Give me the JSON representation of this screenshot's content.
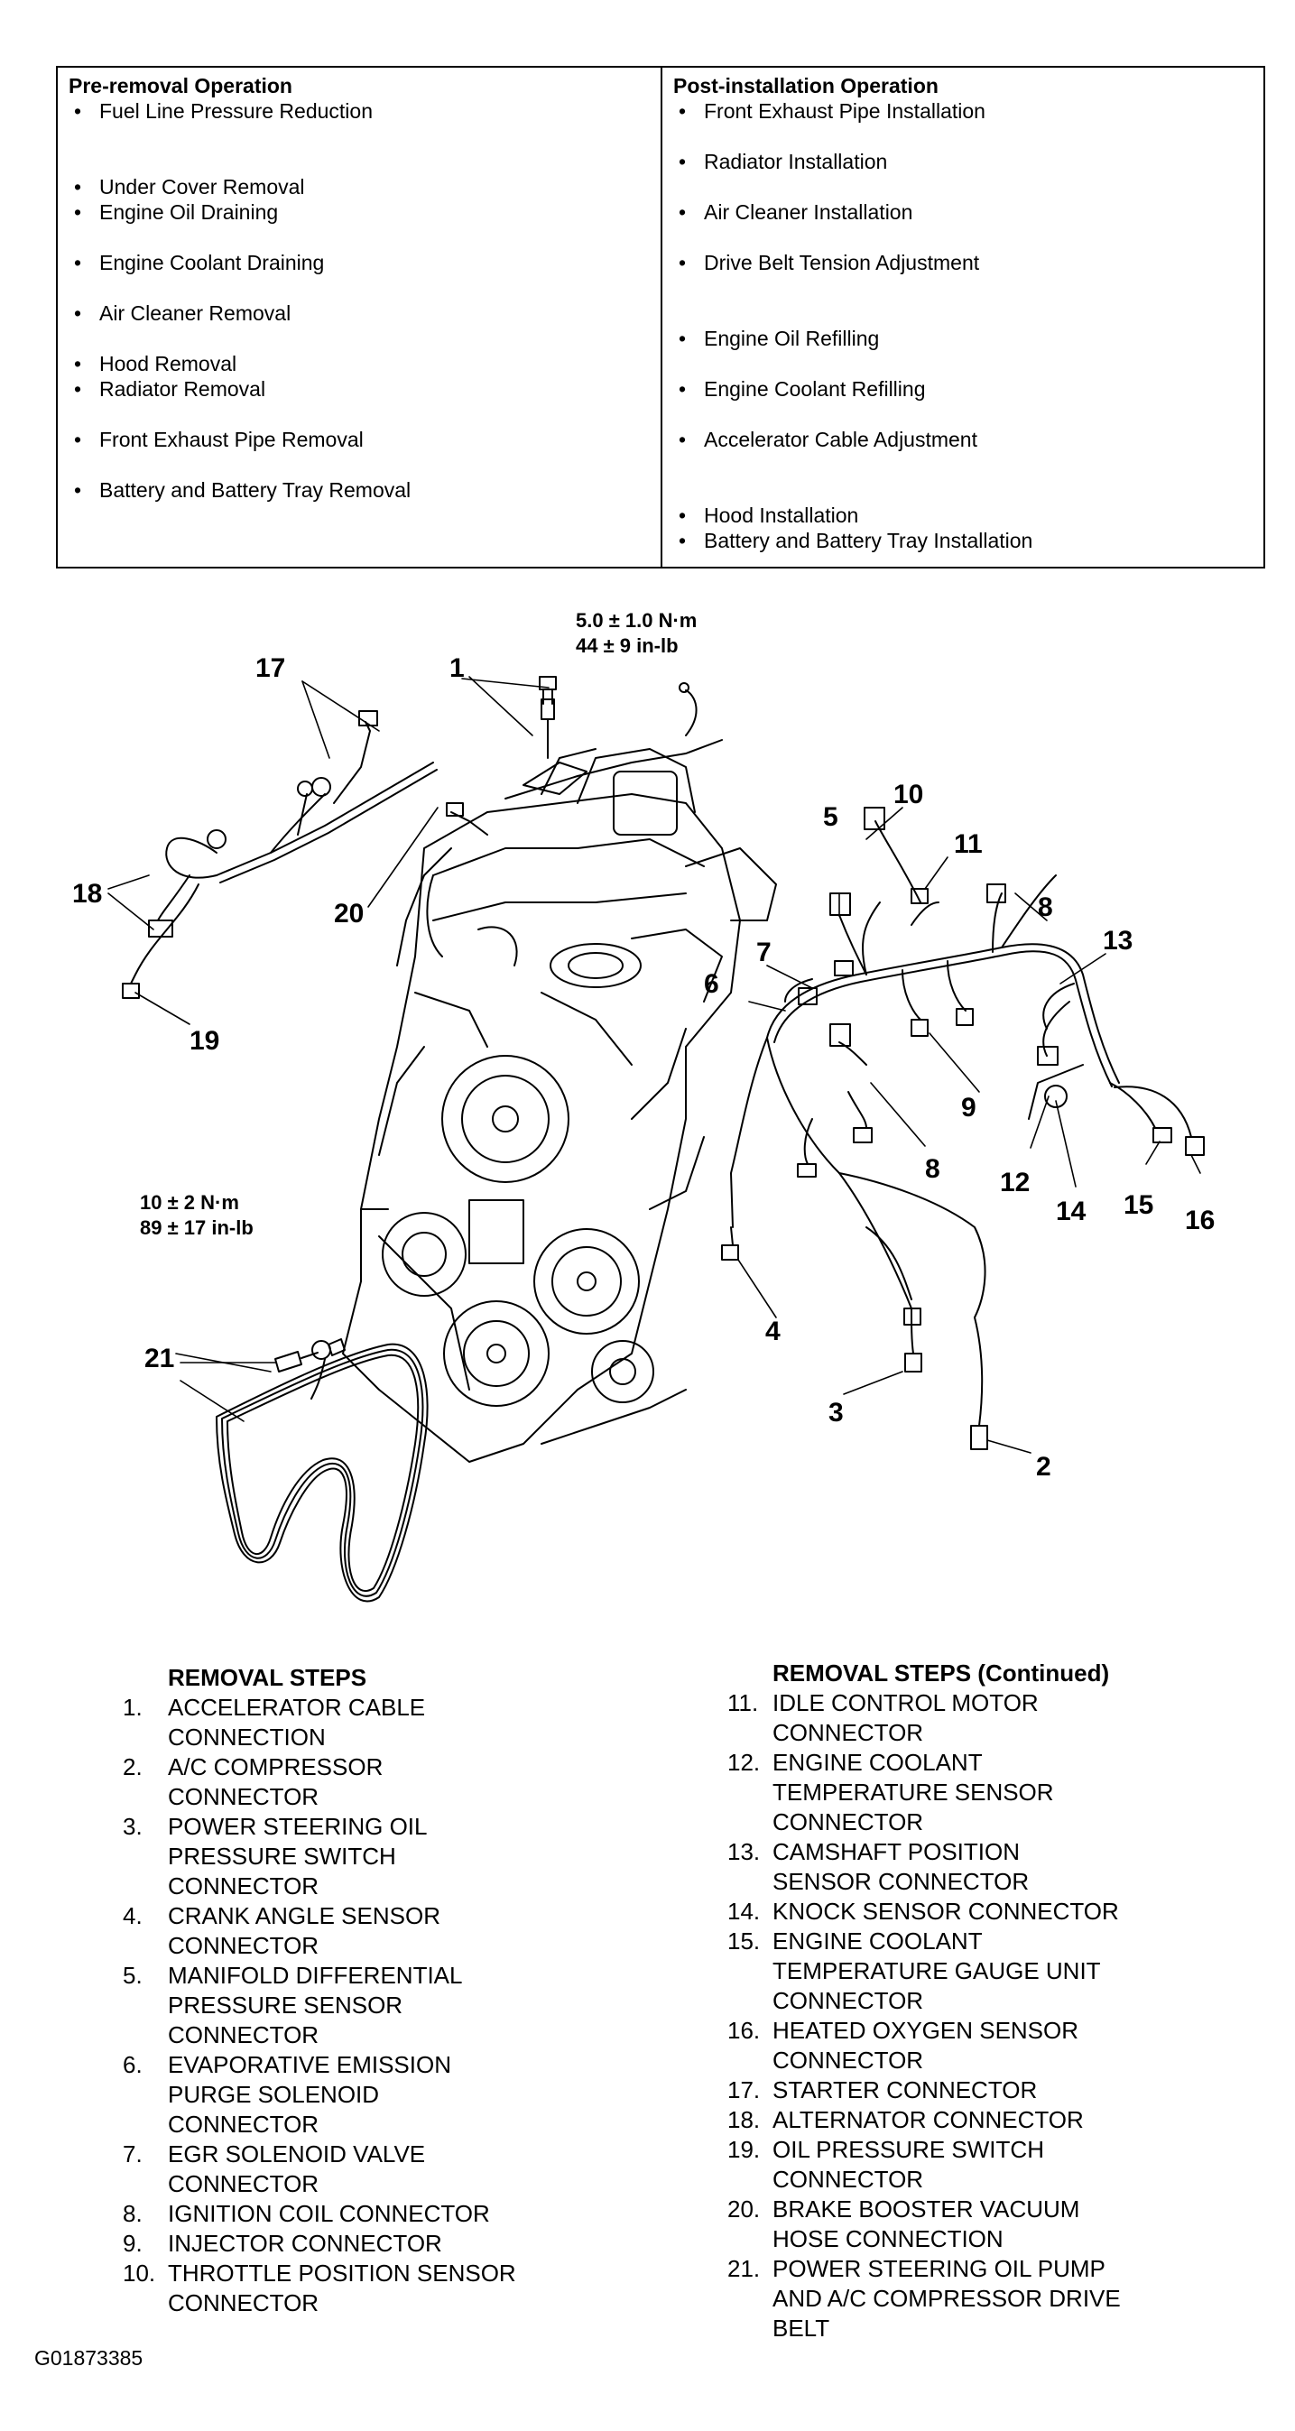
{
  "operations": {
    "pre": {
      "title": "Pre-removal Operation",
      "items": [
        "Fuel Line Pressure Reduction",
        "Under Cover Removal",
        "Engine Oil Draining",
        "Engine Coolant Draining",
        "Air Cleaner Removal",
        "Hood Removal",
        "Radiator Removal",
        "Front Exhaust Pipe Removal",
        "Battery and Battery Tray Removal"
      ]
    },
    "post": {
      "title": "Post-installation Operation",
      "items": [
        "Front Exhaust Pipe Installation",
        "Radiator Installation",
        "Air Cleaner Installation",
        "Drive Belt Tension Adjustment",
        "Engine Oil Refilling",
        "Engine Coolant Refilling",
        "Accelerator Cable Adjustment",
        "Hood Installation",
        "Battery and Battery Tray Installation"
      ]
    }
  },
  "diagram": {
    "torque_top": [
      "5.0 ± 1.0 N·m",
      "44 ± 9 in-lb"
    ],
    "torque_left": [
      "10 ± 2 N·m",
      "89 ± 17 in-lb"
    ],
    "callouts": [
      "1",
      "2",
      "3",
      "4",
      "5",
      "6",
      "7",
      "8",
      "8",
      "9",
      "10",
      "11",
      "12",
      "13",
      "14",
      "15",
      "16",
      "17",
      "18",
      "19",
      "20",
      "21"
    ]
  },
  "steps": {
    "left_title": "REMOVAL STEPS",
    "right_title": "REMOVAL STEPS (Continued)",
    "left": [
      {
        "n": "1.",
        "lines": [
          "ACCELERATOR CABLE",
          "CONNECTION"
        ]
      },
      {
        "n": "2.",
        "lines": [
          "A/C COMPRESSOR",
          "CONNECTOR"
        ]
      },
      {
        "n": "3.",
        "lines": [
          "POWER STEERING OIL",
          "PRESSURE SWITCH",
          "CONNECTOR"
        ]
      },
      {
        "n": "4.",
        "lines": [
          "CRANK ANGLE SENSOR",
          "CONNECTOR"
        ]
      },
      {
        "n": "5.",
        "lines": [
          "MANIFOLD DIFFERENTIAL",
          "PRESSURE SENSOR",
          "CONNECTOR"
        ]
      },
      {
        "n": "6.",
        "lines": [
          "EVAPORATIVE EMISSION",
          "PURGE SOLENOID",
          "CONNECTOR"
        ]
      },
      {
        "n": "7.",
        "lines": [
          "EGR SOLENOID VALVE",
          "CONNECTOR"
        ]
      },
      {
        "n": "8.",
        "lines": [
          "IGNITION COIL CONNECTOR"
        ]
      },
      {
        "n": "9.",
        "lines": [
          "INJECTOR CONNECTOR"
        ]
      },
      {
        "n": "10.",
        "lines": [
          "THROTTLE POSITION SENSOR",
          "CONNECTOR"
        ]
      }
    ],
    "right": [
      {
        "n": "11.",
        "lines": [
          "IDLE CONTROL MOTOR",
          "CONNECTOR"
        ]
      },
      {
        "n": "12.",
        "lines": [
          "ENGINE COOLANT",
          "TEMPERATURE SENSOR",
          "CONNECTOR"
        ]
      },
      {
        "n": "13.",
        "lines": [
          "CAMSHAFT POSITION",
          "SENSOR CONNECTOR"
        ]
      },
      {
        "n": "14.",
        "lines": [
          "KNOCK SENSOR CONNECTOR"
        ]
      },
      {
        "n": "15.",
        "lines": [
          "ENGINE COOLANT",
          "TEMPERATURE GAUGE UNIT",
          "CONNECTOR"
        ]
      },
      {
        "n": "16.",
        "lines": [
          "HEATED OXYGEN SENSOR",
          "CONNECTOR"
        ]
      },
      {
        "n": "17.",
        "lines": [
          "STARTER CONNECTOR"
        ]
      },
      {
        "n": "18.",
        "lines": [
          "ALTERNATOR CONNECTOR"
        ]
      },
      {
        "n": "19.",
        "lines": [
          "OIL PRESSURE SWITCH",
          "CONNECTOR"
        ]
      },
      {
        "n": "20.",
        "lines": [
          "BRAKE BOOSTER VACUUM",
          "HOSE CONNECTION"
        ]
      },
      {
        "n": "21.",
        "lines": [
          "POWER STEERING OIL PUMP",
          "AND A/C COMPRESSOR DRIVE",
          "BELT"
        ]
      }
    ]
  },
  "figure_id": "G01873385"
}
